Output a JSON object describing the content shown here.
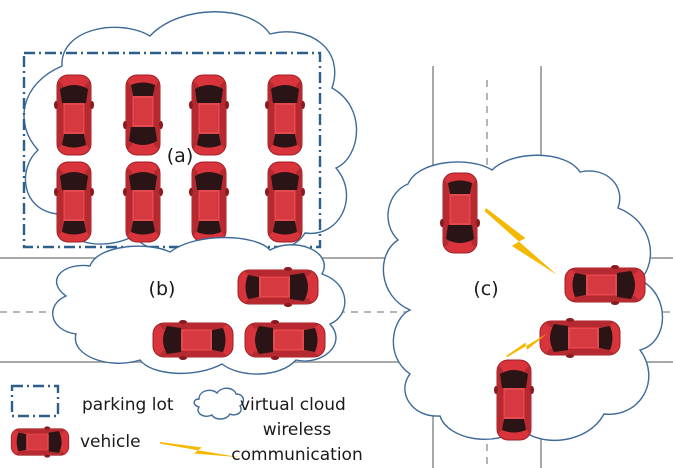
{
  "labels": {
    "a": "(a)",
    "b": "(b)",
    "c": "(c)"
  },
  "legend": {
    "parking_lot": "parking lot",
    "virtual_cloud": "virtual cloud",
    "vehicle": "vehicle",
    "wireless_line1": "wireless",
    "wireless_line2": "communication"
  },
  "colors": {
    "car_body": "#d9343b",
    "car_dark": "#2a1416",
    "cloud_stroke": "#3e6a98",
    "lot_border": "#2d5f8c",
    "road": "#a9a9a9",
    "bolt": "#f5b800"
  }
}
